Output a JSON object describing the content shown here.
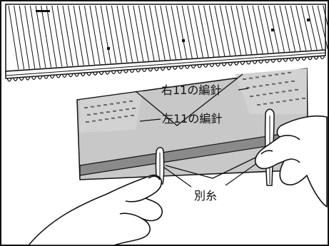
{
  "labels": {
    "right_needle": "右11の編針",
    "left_needle": "左11の編針",
    "waste_yarn": "別糸"
  },
  "colors": {
    "fabric": "#c8c8c8",
    "fabric_dark": "#b9b9b9",
    "waste_yarn_band": "#8a8a8a",
    "line": "#111111",
    "background": "#ffffff"
  }
}
